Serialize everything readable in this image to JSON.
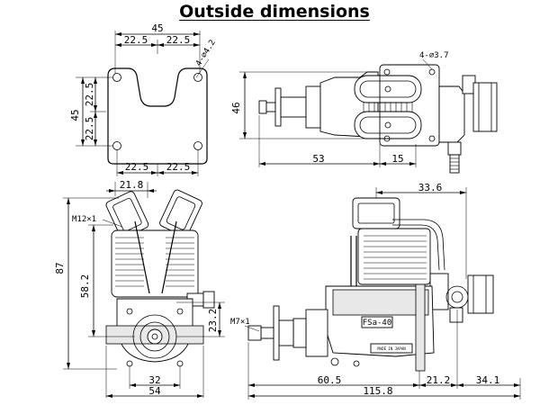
{
  "title": "Outside dimensions",
  "mount_view": {
    "overall_width": "45",
    "top_left_half": "22.5",
    "top_right_half": "22.5",
    "hole_callout": "4-∅4.2",
    "overall_height": "45",
    "upper_half": "22.5",
    "lower_half": "22.5",
    "bottom_left_half": "22.5",
    "bottom_right_half": "22.5"
  },
  "top_view": {
    "hole_callout": "4-∅3.7",
    "height": "46",
    "length_53": "53",
    "length_15": "15"
  },
  "front_view": {
    "top_width": "21.8",
    "plug_thread": "M12×1",
    "total_height": "87",
    "center_height": "58.2",
    "lower_offset": "23.2",
    "inner_width": "32",
    "overall_width": "54"
  },
  "side_view": {
    "top_offset": "33.6",
    "shaft_thread": "M7×1",
    "length_60_5": "60.5",
    "length_21_2": "21.2",
    "length_34_1": "34.1",
    "overall_length": "115.8",
    "nameplate": "MADE IN JAPAN",
    "brand_mark": "FSa-40"
  }
}
